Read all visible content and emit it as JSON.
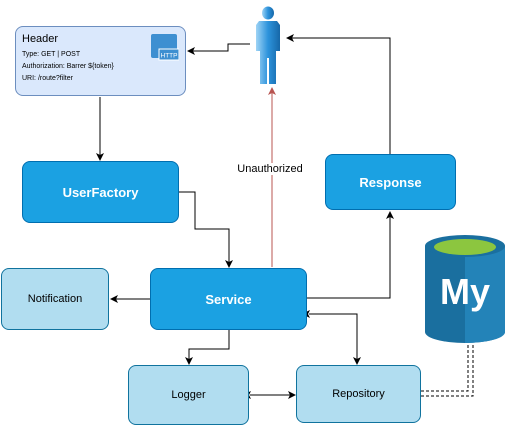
{
  "header": {
    "title": "Header",
    "type_line": "Type: GET | POST",
    "auth_line": "Authorization: Barrer ${token}",
    "uri_line": "URI: /route?filter",
    "badge": "HTTP"
  },
  "nodes": {
    "user_factory": "UserFactory",
    "response": "Response",
    "notification": "Notification",
    "service": "Service",
    "logger": "Logger",
    "repository": "Repository"
  },
  "edges": {
    "unauthorized": "Unauthorized"
  },
  "database": {
    "logo_text": "My"
  },
  "colors": {
    "primary_fill": "#1ba1e2",
    "primary_stroke": "#006eaf",
    "light_fill": "#b1ddf0",
    "light_stroke": "#10739e",
    "header_fill": "#dae8fc",
    "header_stroke": "#6c8ebf",
    "unauthorized_arrow": "#b85450",
    "db_body": "#1a6f9f",
    "db_top": "#8cc63f"
  }
}
